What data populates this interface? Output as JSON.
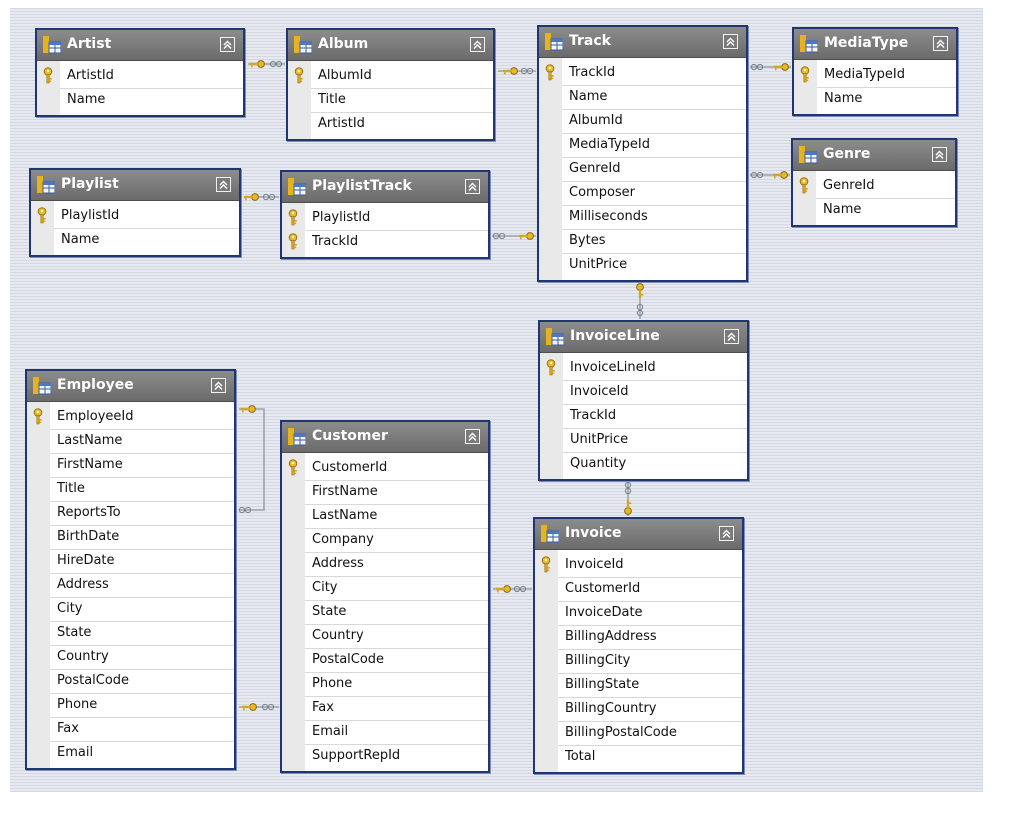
{
  "tables": [
    {
      "name": "Artist",
      "fields": [
        "ArtistId",
        "Name"
      ],
      "keys": [
        "ArtistId"
      ]
    },
    {
      "name": "Album",
      "fields": [
        "AlbumId",
        "Title",
        "ArtistId"
      ],
      "keys": [
        "AlbumId"
      ]
    },
    {
      "name": "Track",
      "fields": [
        "TrackId",
        "Name",
        "AlbumId",
        "MediaTypeId",
        "GenreId",
        "Composer",
        "Milliseconds",
        "Bytes",
        "UnitPrice"
      ],
      "keys": [
        "TrackId"
      ]
    },
    {
      "name": "MediaType",
      "fields": [
        "MediaTypeId",
        "Name"
      ],
      "keys": [
        "MediaTypeId"
      ]
    },
    {
      "name": "Genre",
      "fields": [
        "GenreId",
        "Name"
      ],
      "keys": [
        "GenreId"
      ]
    },
    {
      "name": "Playlist",
      "fields": [
        "PlaylistId",
        "Name"
      ],
      "keys": [
        "PlaylistId"
      ]
    },
    {
      "name": "PlaylistTrack",
      "fields": [
        "PlaylistId",
        "TrackId"
      ],
      "keys": [
        "PlaylistId",
        "TrackId"
      ]
    },
    {
      "name": "InvoiceLine",
      "fields": [
        "InvoiceLineId",
        "InvoiceId",
        "TrackId",
        "UnitPrice",
        "Quantity"
      ],
      "keys": [
        "InvoiceLineId"
      ]
    },
    {
      "name": "Employee",
      "fields": [
        "EmployeeId",
        "LastName",
        "FirstName",
        "Title",
        "ReportsTo",
        "BirthDate",
        "HireDate",
        "Address",
        "City",
        "State",
        "Country",
        "PostalCode",
        "Phone",
        "Fax",
        "Email"
      ],
      "keys": [
        "EmployeeId"
      ]
    },
    {
      "name": "Customer",
      "fields": [
        "CustomerId",
        "FirstName",
        "LastName",
        "Company",
        "Address",
        "City",
        "State",
        "Country",
        "PostalCode",
        "Phone",
        "Fax",
        "Email",
        "SupportRepId"
      ],
      "keys": [
        "CustomerId"
      ]
    },
    {
      "name": "Invoice",
      "fields": [
        "InvoiceId",
        "CustomerId",
        "InvoiceDate",
        "BillingAddress",
        "BillingCity",
        "BillingState",
        "BillingCountry",
        "BillingPostalCode",
        "Total"
      ],
      "keys": [
        "InvoiceId"
      ]
    }
  ],
  "icons": {
    "table": "table-icon",
    "key": "primary-key-icon",
    "collapse": "collapse-icon",
    "relationship_key": "key-end",
    "relationship_many": "infinity-end"
  },
  "colors": {
    "header": "#7a7a7a",
    "border": "#1f3673",
    "key": "#d9a520",
    "connector": "#9aa3ae"
  },
  "relationships": [
    {
      "from": "Album.ArtistId",
      "to": "Artist.ArtistId"
    },
    {
      "from": "Track.AlbumId",
      "to": "Album.AlbumId"
    },
    {
      "from": "Track.MediaTypeId",
      "to": "MediaType.MediaTypeId"
    },
    {
      "from": "Track.GenreId",
      "to": "Genre.GenreId"
    },
    {
      "from": "PlaylistTrack.PlaylistId",
      "to": "Playlist.PlaylistId"
    },
    {
      "from": "PlaylistTrack.TrackId",
      "to": "Track.TrackId"
    },
    {
      "from": "InvoiceLine.TrackId",
      "to": "Track.TrackId"
    },
    {
      "from": "InvoiceLine.InvoiceId",
      "to": "Invoice.InvoiceId"
    },
    {
      "from": "Invoice.CustomerId",
      "to": "Customer.CustomerId"
    },
    {
      "from": "Customer.SupportRepId",
      "to": "Employee.EmployeeId"
    },
    {
      "from": "Employee.ReportsTo",
      "to": "Employee.EmployeeId"
    }
  ]
}
